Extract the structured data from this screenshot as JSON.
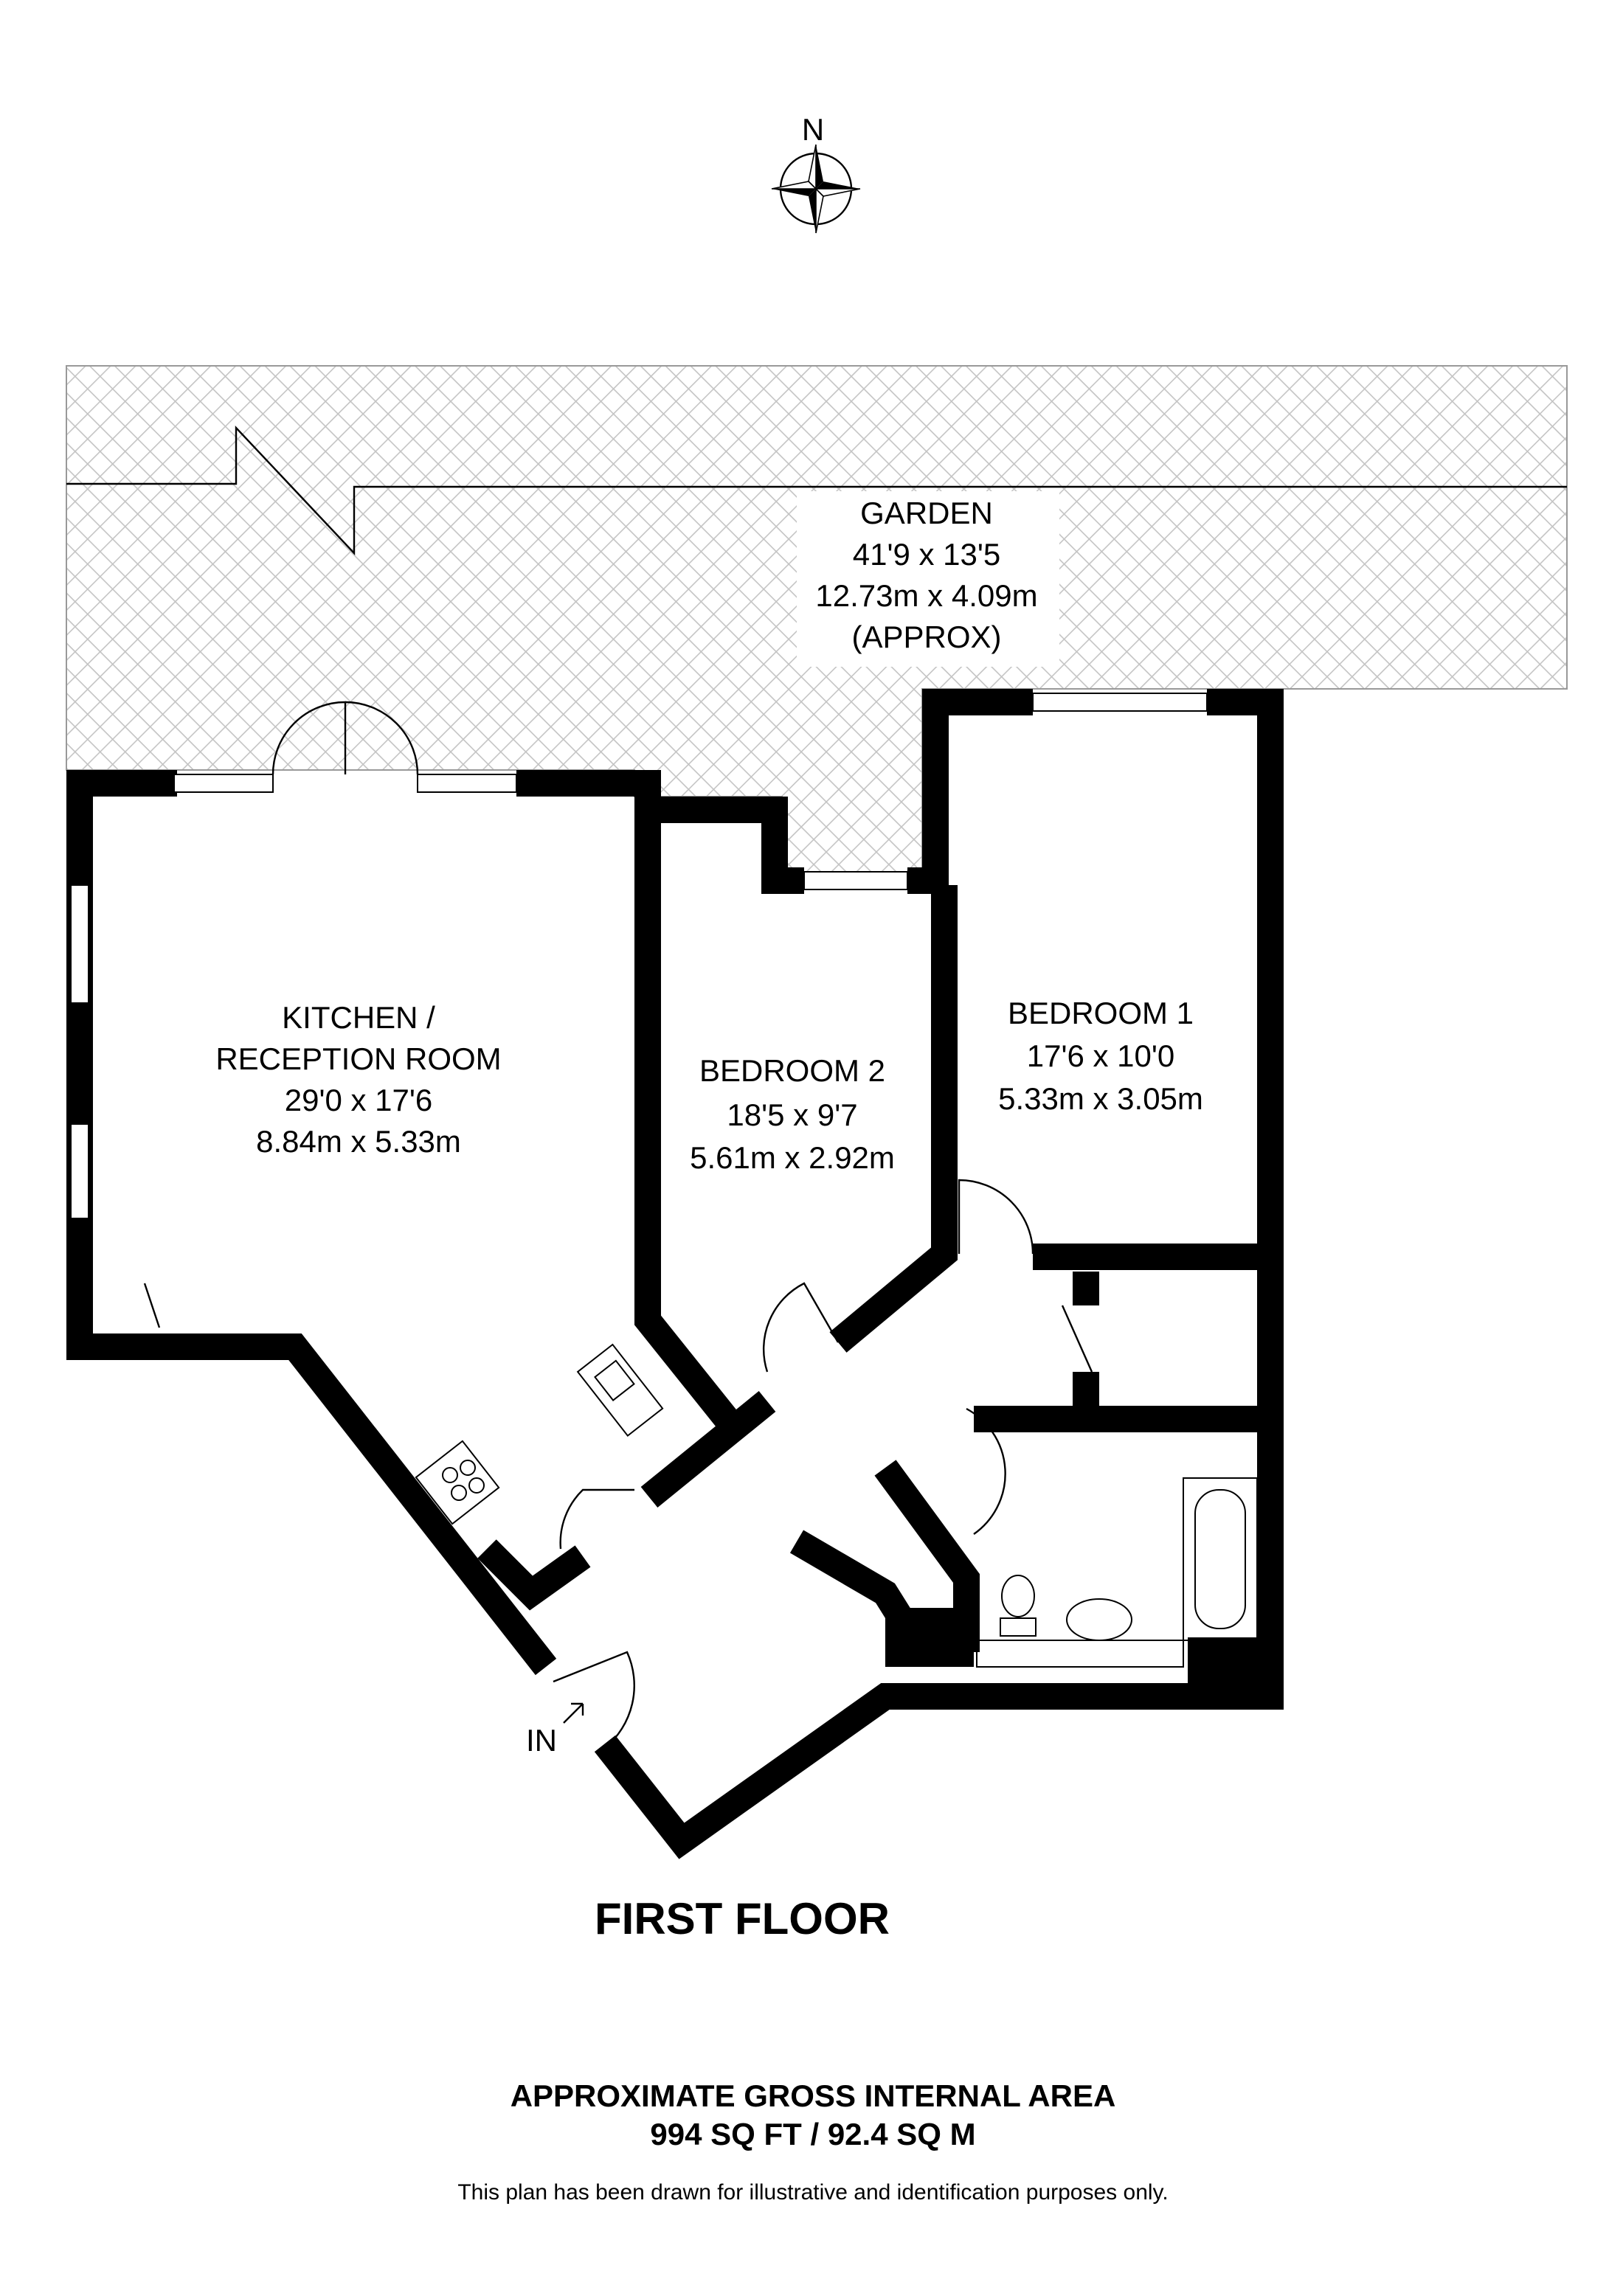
{
  "compass": {
    "north_label": "N"
  },
  "garden": {
    "name": "GARDEN",
    "imperial": "41'9 x 13'5",
    "metric": "12.73m x 4.09m",
    "note": "(APPROX)"
  },
  "rooms": [
    {
      "name_line1": "KITCHEN /",
      "name_line2": "RECEPTION ROOM",
      "imperial": "29'0 x 17'6",
      "metric": "8.84m x 5.33m"
    },
    {
      "name": "BEDROOM 2",
      "imperial": "18'5 x 9'7",
      "metric": "5.61m x 2.92m"
    },
    {
      "name": "BEDROOM 1",
      "imperial": "17'6 x 10'0",
      "metric": "5.33m x 3.05m"
    }
  ],
  "entrance_label": "IN",
  "floor_title": "FIRST FLOOR",
  "area": {
    "heading": "APPROXIMATE GROSS INTERNAL AREA",
    "value": "994 SQ FT / 92.4 SQ M"
  },
  "disclaimer": "This plan has been drawn for illustrative and identification purposes only.",
  "colors": {
    "walls": "#000000",
    "hatch": "#c4c4c4",
    "background": "#ffffff"
  }
}
